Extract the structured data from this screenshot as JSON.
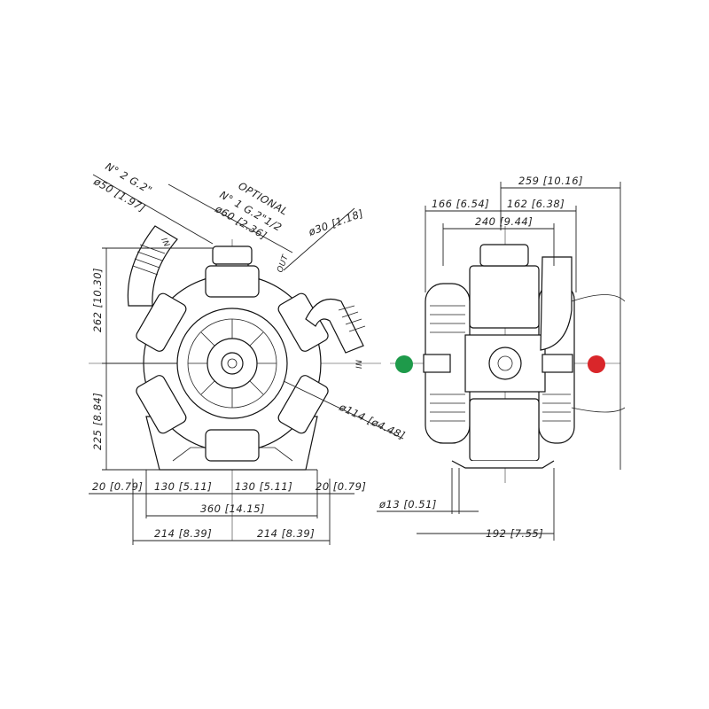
{
  "drawing": {
    "front_view": {
      "inlet_label": "N° 2 G.2\"",
      "inlet_diameter": "ø50 [1.97]",
      "optional_title": "OPTIONAL",
      "optional_connection": "N° 1 G.2\"1/2",
      "optional_diameter": "ø60 [2.36]",
      "outlet_diameter": "ø30 [1.18]",
      "in_label": "IN",
      "out_label": "OUT",
      "side_in_label": "IN",
      "shaft_diameter": "ø114 [ø4.48]",
      "height_upper": "262 [10.30]",
      "height_lower": "225 [8.84]",
      "foot_left_margin": "20 [0.79]",
      "foot_left_span": "130 [5.11]",
      "foot_right_span": "130 [5.11]",
      "foot_right_margin": "20 [0.79]",
      "base_width": "360 [14.15]",
      "half_width_left": "214 [8.39]",
      "half_width_right": "214 [8.39]"
    },
    "side_view": {
      "overall_right": "259 [10.16]",
      "left_depth": "166 [6.54]",
      "right_depth": "162 [6.38]",
      "body_width": "240 [9.44]",
      "hole_diameter": "ø13 [0.51]",
      "foot_depth": "192 [7.55]"
    },
    "markers": {
      "left_color": "#1e9a4a",
      "right_color": "#d9262a"
    }
  }
}
